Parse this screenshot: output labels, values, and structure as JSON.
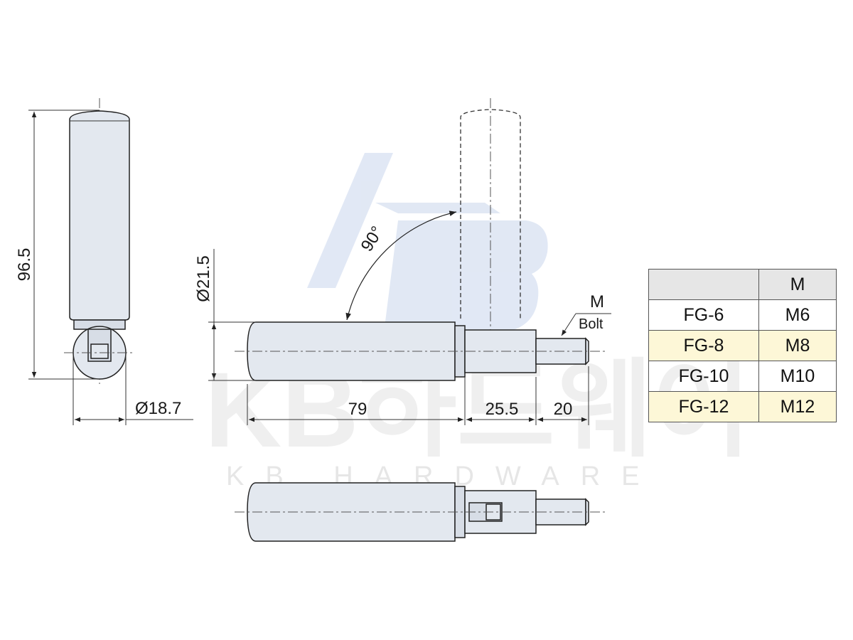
{
  "watermark": {
    "main": "KB하드웨어",
    "sub": "KB HARDWARE"
  },
  "dimensions": {
    "height": "96.5",
    "diameter_roller": "Ø18.7",
    "diameter_body": "Ø21.5",
    "body_length": "79",
    "mid_length": "25.5",
    "bolt_length": "20",
    "angle": "90°"
  },
  "callout": {
    "letter": "M",
    "text": "Bolt"
  },
  "spec_table": {
    "headers": [
      "",
      "M"
    ],
    "rows": [
      {
        "model": "FG-6",
        "bolt": "M6",
        "highlight": false
      },
      {
        "model": "FG-8",
        "bolt": "M8",
        "highlight": true
      },
      {
        "model": "FG-10",
        "bolt": "M10",
        "highlight": false
      },
      {
        "model": "FG-12",
        "bolt": "M12",
        "highlight": true
      }
    ]
  },
  "colors": {
    "part_fill": "#e3e8ef",
    "highlight_row": "#fdf7d7",
    "header_row": "#e6e6e6",
    "logo_blue": "#c9d6ec"
  }
}
